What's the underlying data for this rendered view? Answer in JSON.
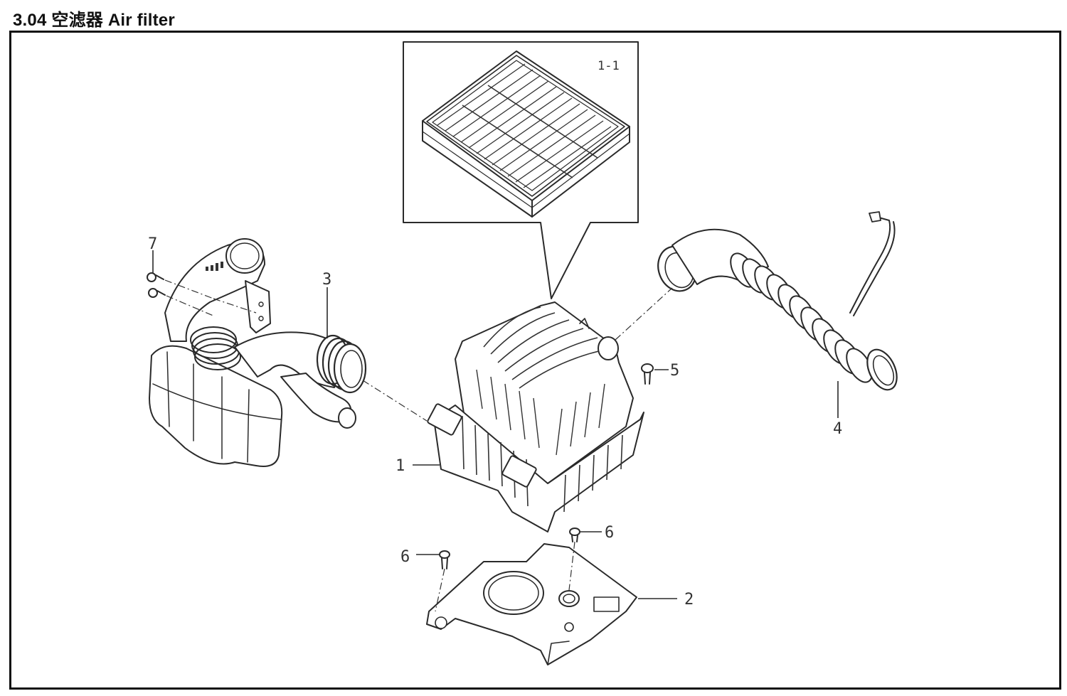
{
  "title": "3.04 空滤器 Air filter",
  "inset": {
    "label": "1-1"
  },
  "callouts": {
    "c1": "1",
    "c2": "2",
    "c3": "3",
    "c4": "4",
    "c5": "5",
    "c6a": "6",
    "c6b": "6",
    "c7": "7"
  },
  "colors": {
    "line": "#2a2a2a",
    "frame": "#111111",
    "background": "#ffffff"
  }
}
